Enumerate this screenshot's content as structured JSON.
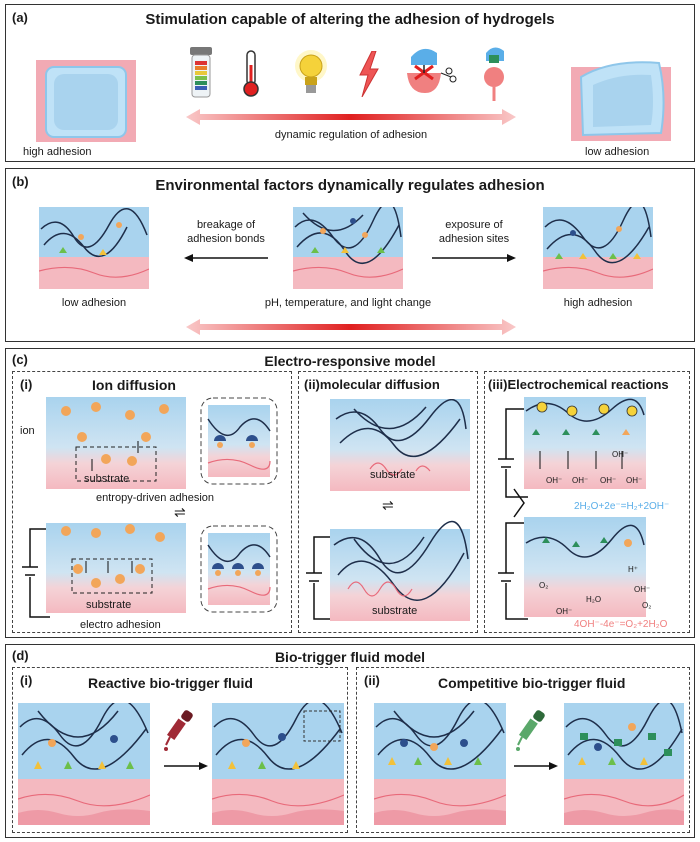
{
  "panel_a": {
    "label": "(a)",
    "title": "Stimulation capable of altering the adhesion of hydrogels",
    "left_caption": "high adhesion",
    "right_caption": "low adhesion",
    "arrow_caption": "dynamic regulation of adhesion"
  },
  "panel_b": {
    "label": "(b)",
    "title": "Environmental factors dynamically regulates adhesion",
    "left_arrow_line1": "breakage of",
    "left_arrow_line2": "adhesion bonds",
    "right_arrow_line1": "exposure of",
    "right_arrow_line2": "adhesion sites",
    "left_caption": "low adhesion",
    "right_caption": "high adhesion",
    "bottom_caption": "pH, temperature, and  light change"
  },
  "panel_c": {
    "label": "(c)",
    "title": "Electro-responsive model",
    "sub1_title": "(i)",
    "sub1_name": "Ion diffusion",
    "ion_label": "ion",
    "substrate": "substrate",
    "entropy_caption": "entropy-driven adhesion",
    "electro_caption": "electro adhesion",
    "sub2_title": "(ii)molecular diffusion",
    "sub3_title": "(iii)Electrochemical reactions",
    "oh": "OH⁻",
    "h_plus": "H⁺",
    "o2": "O₂",
    "h2o": "H₂O",
    "eq1": "2H₂O+2e⁻=H₂+2OH⁻",
    "eq2": "4OH⁻-4e⁻=O₂+2H₂O"
  },
  "panel_d": {
    "label": "(d)",
    "title": "Bio-trigger fluid model",
    "sub1_num": "(i)",
    "sub1_name": "Reactive bio-trigger fluid",
    "sub2_num": "(ii)",
    "sub2_name": "Competitive bio-trigger fluid"
  },
  "colors": {
    "gel_blue": "#a9d3ee",
    "tissue_pink": "#f4b9c0",
    "accent_red": "#e02020",
    "eq1_color": "#5aaee8",
    "eq2_color": "#f08080",
    "ion_orange": "#f2a65a"
  },
  "icons": [
    "ph-strip-icon",
    "thermometer-icon",
    "light-bulb-icon",
    "lightning-icon",
    "enzyme-cut-icon",
    "competitive-binding-icon"
  ]
}
